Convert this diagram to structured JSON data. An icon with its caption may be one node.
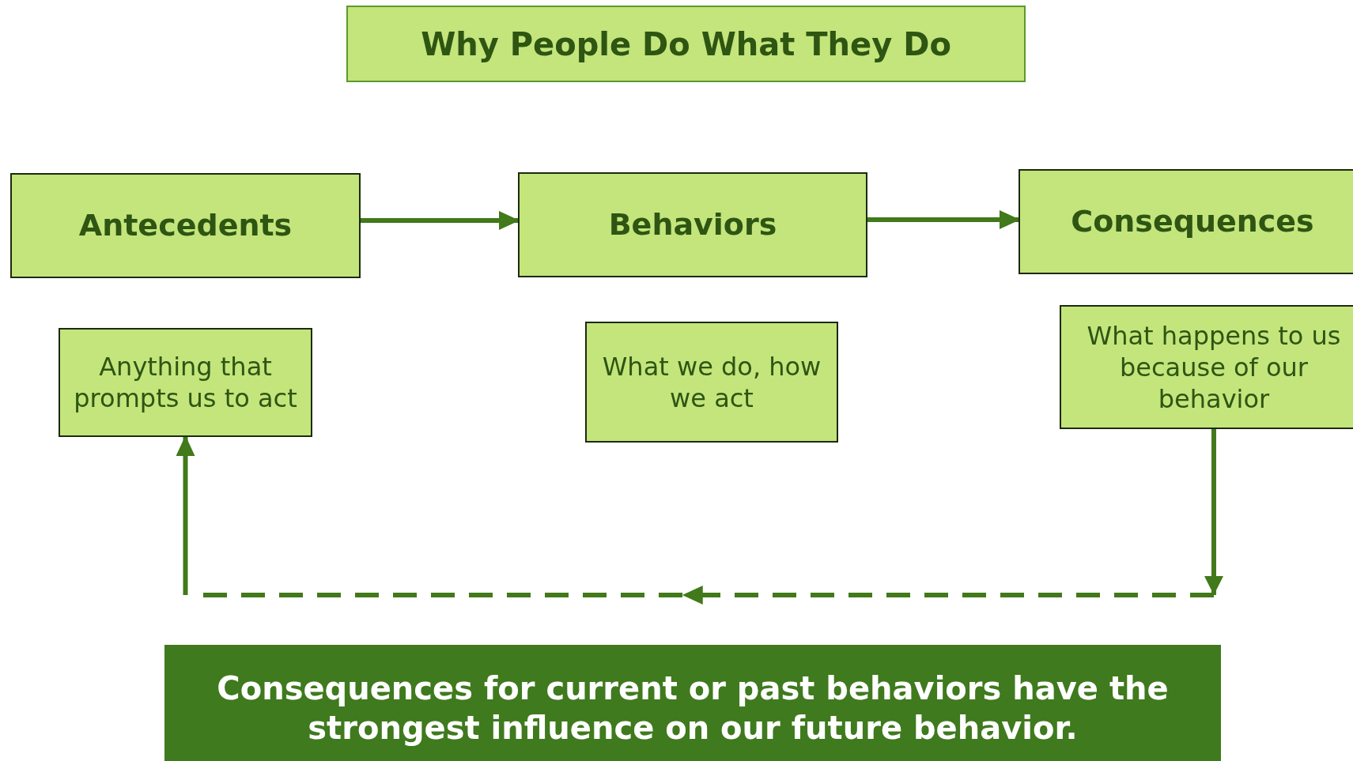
{
  "diagram": {
    "title": "Why People Do What They Do",
    "nodes": [
      {
        "text": [
          "Antecedents"
        ]
      },
      {
        "text": [
          "Behaviors"
        ]
      },
      {
        "text": [
          "Consequences"
        ]
      },
      {
        "text": [
          "Anything that prompts us to act"
        ]
      },
      {
        "text": [
          "What we do, how we act"
        ]
      },
      {
        "text": [
          "What happens to us because of our behavior"
        ]
      },
      {
        "text": [
          "Consequences for current or past behaviors have the strongest influence on our future behavior."
        ]
      }
    ],
    "edges": [
      {
        "from": 0,
        "to": 1,
        "arrow": "to"
      },
      {
        "from": 1,
        "to": 2,
        "arrow": "to"
      },
      {
        "from": 5,
        "to": 3,
        "arrow": "to",
        "style": "dashed"
      }
    ]
  }
}
